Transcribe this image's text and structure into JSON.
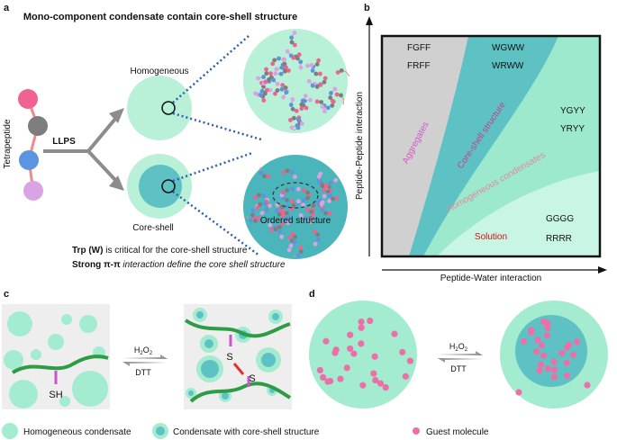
{
  "colors": {
    "light_green": "#b8f0d8",
    "condensate_green": "#a3ecd0",
    "core_teal": "#5ec2c5",
    "core_teal_dark": "#4ab6bc",
    "gray_region": "#d0d0d0",
    "peptide_green": "#2e9b45",
    "guest_pink": "#ec6fa8",
    "dotted_blue": "#2f5fa8",
    "aggregates_text": "#d457c4",
    "core_shell_text": "#c0418a",
    "homogeneous_text": "#e18a9e",
    "solution_text": "#cc1111"
  },
  "panel_a": {
    "label": "a",
    "title": "Mono-component condensate contain core-shell structure",
    "tetrapeptide": "Tetrapeptide",
    "llps": "LLPS",
    "homogeneous": "Homogeneous",
    "core_shell": "Core-shell",
    "ordered": "Ordered structure",
    "note1_bold": "Trp (W)",
    "note1_rest": " is critical for the core-shell structure",
    "note2_bold": "Strong π-π",
    "note2_rest": " interaction define the core shell structure"
  },
  "panel_b": {
    "label": "b",
    "ylabel": "Peptide-Peptide interaction",
    "xlabel": "Peptide-Water interaction",
    "region_aggregates": "Aggregates",
    "region_core_shell": "Core-shell structure",
    "region_homogeneous": "Homogeneous condensates",
    "region_solution": "Solution",
    "peptides": {
      "fgff": "FGFF",
      "frff": "FRFF",
      "wgww": "WGWW",
      "wrww": "WRWW",
      "ygyy": "YGYY",
      "yryy": "YRYY",
      "gggg": "GGGG",
      "rrrr": "RRRR"
    }
  },
  "panel_c": {
    "label": "c",
    "sh": "SH",
    "s": "S",
    "h2o2": "H",
    "h2o2_sub": "2",
    "h2o2_o": "O",
    "h2o2_sub2": "2",
    "dtt": "DTT"
  },
  "panel_d": {
    "label": "d",
    "h2o2": "H",
    "h2o2_sub": "2",
    "h2o2_o": "O",
    "h2o2_sub2": "2",
    "dtt": "DTT"
  },
  "legend": {
    "homogeneous": "Homogeneous condensate",
    "core_shell": "Condensate with core-shell structure",
    "guest": "Guest molecule"
  }
}
